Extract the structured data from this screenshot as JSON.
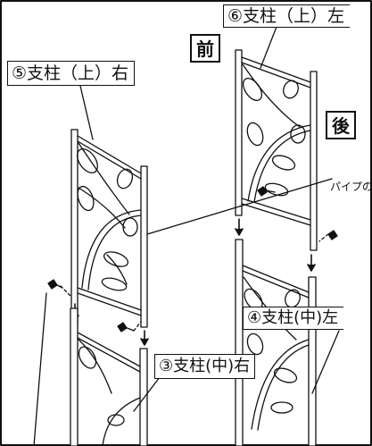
{
  "labels": {
    "post_upper_left": "⑥支柱（上）左",
    "post_upper_right": "⑤支柱（上）右",
    "post_middle_left": "④支柱(中)左",
    "post_middle_right": "③支柱(中)右",
    "front": "前",
    "back": "後",
    "pipe_note": "パイプの"
  },
  "colors": {
    "line": "#111111",
    "background": "#ffffff"
  }
}
